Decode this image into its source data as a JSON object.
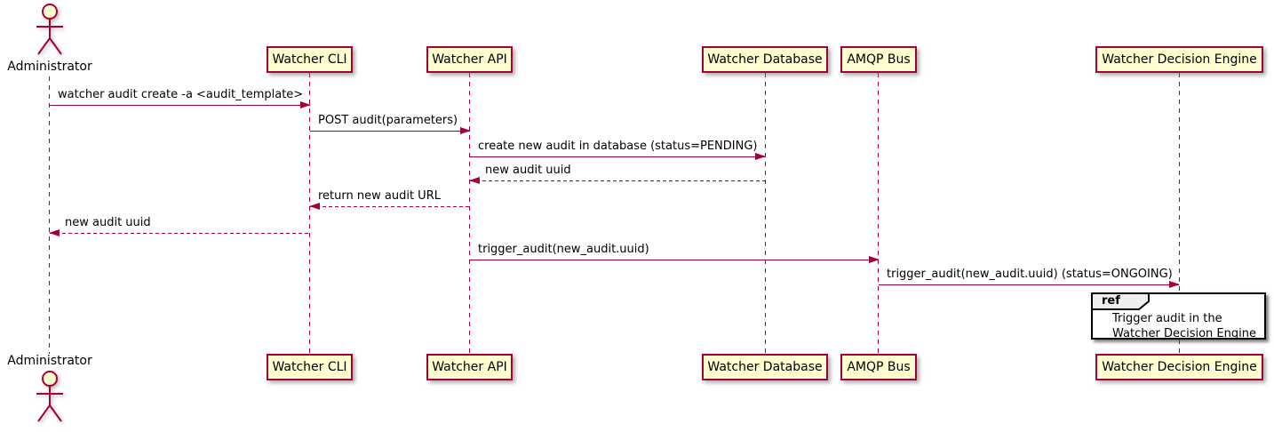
{
  "diagram_type": "uml-sequence-diagram",
  "colors": {
    "participant_fill": "#FEFECE",
    "line_and_border": "#A80036",
    "text": "#000000",
    "ref_fill": "#FFFFFF",
    "ref_tab_fill": "#EEEEEE",
    "ref_border": "#000000",
    "background": "#FFFFFF"
  },
  "actor": {
    "label": "Administrator"
  },
  "participants": [
    {
      "label": "Watcher CLI"
    },
    {
      "label": "Watcher API"
    },
    {
      "label": "Watcher Database"
    },
    {
      "label": "AMQP Bus"
    },
    {
      "label": "Watcher Decision Engine"
    }
  ],
  "messages": [
    {
      "from": "Administrator",
      "to": "Watcher CLI",
      "style": "solid",
      "text": "watcher audit create -a <audit_template>"
    },
    {
      "from": "Watcher CLI",
      "to": "Watcher API",
      "style": "solid",
      "text": "POST audit(parameters)"
    },
    {
      "from": "Watcher API",
      "to": "Watcher Database",
      "style": "solid",
      "text": "create new audit in database (status=PENDING)"
    },
    {
      "from": "Watcher Database",
      "to": "Watcher API",
      "style": "dashed",
      "text": "new audit uuid"
    },
    {
      "from": "Watcher API",
      "to": "Watcher CLI",
      "style": "dashed",
      "text": "return new audit URL"
    },
    {
      "from": "Watcher CLI",
      "to": "Administrator",
      "style": "dashed",
      "text": "new audit uuid"
    },
    {
      "from": "Watcher API",
      "to": "AMQP Bus",
      "style": "solid",
      "text": "trigger_audit(new_audit.uuid)"
    },
    {
      "from": "AMQP Bus",
      "to": "Watcher Decision Engine",
      "style": "solid",
      "text": "trigger_audit(new_audit.uuid) (status=ONGOING)"
    }
  ],
  "ref_box": {
    "keyword": "ref",
    "line1": "Trigger audit in the",
    "line2": "Watcher Decision Engine"
  }
}
